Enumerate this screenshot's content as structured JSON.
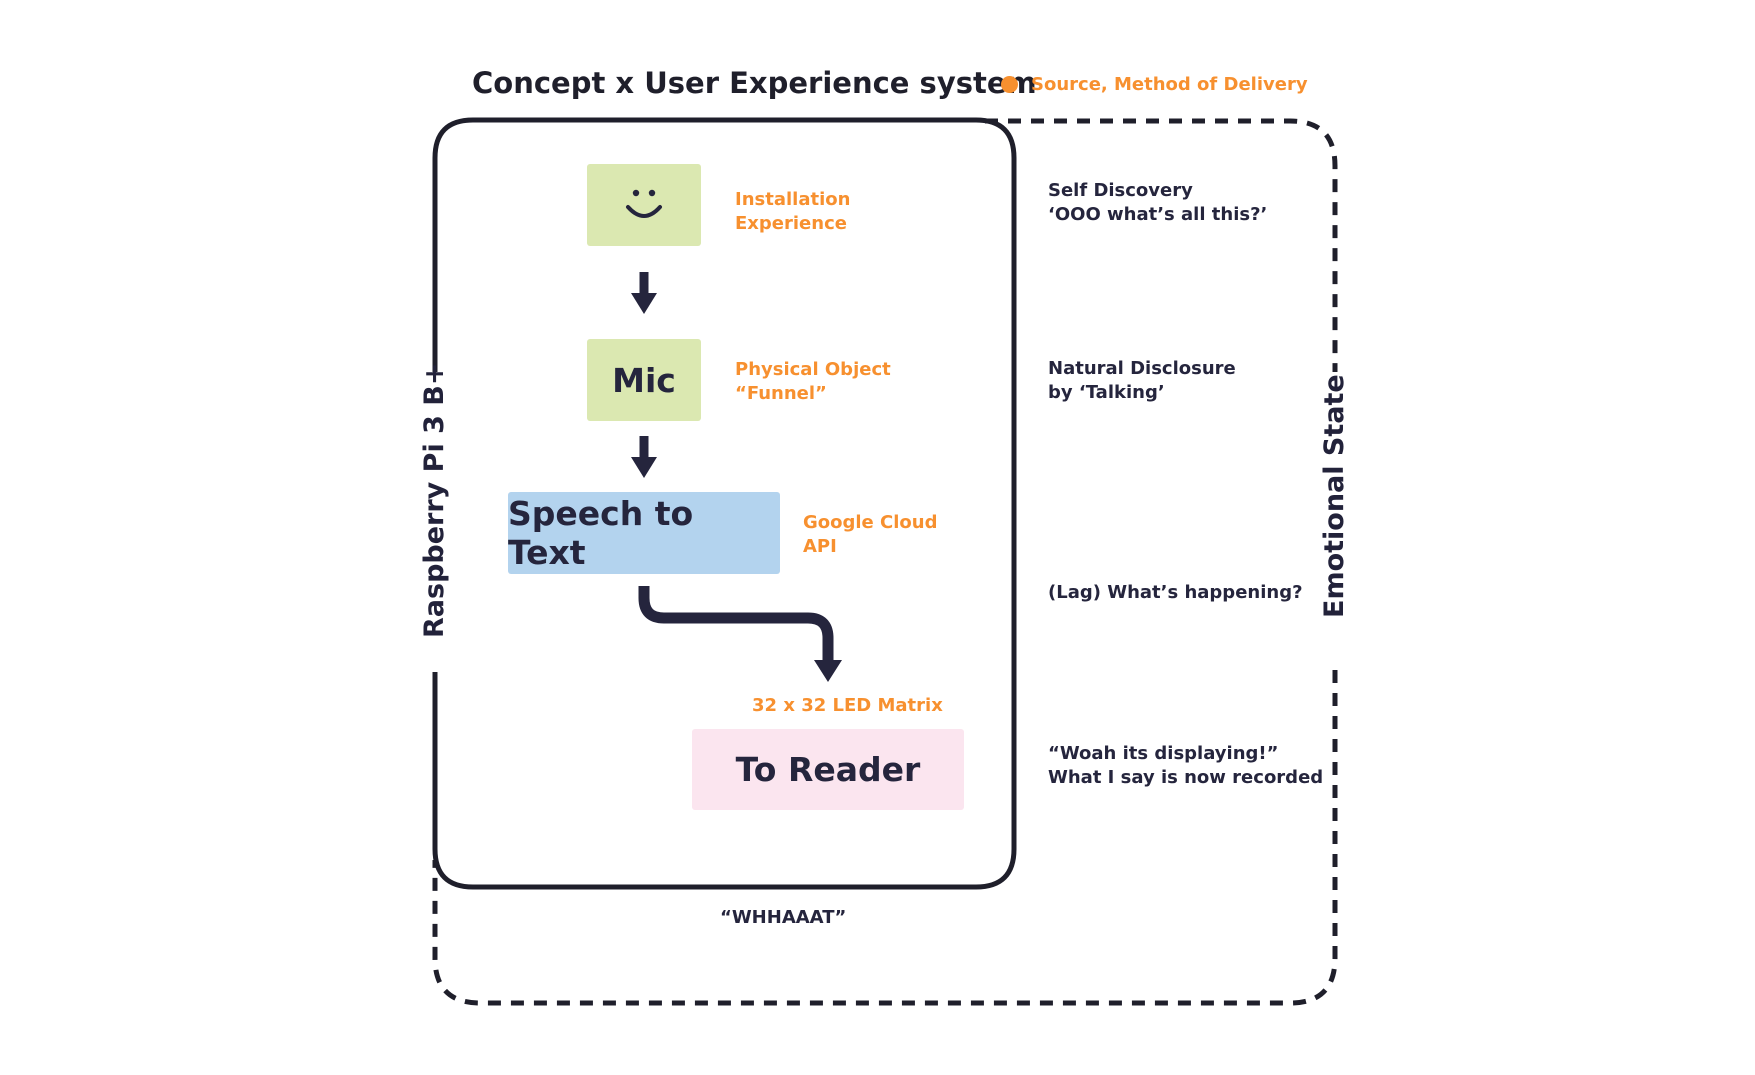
{
  "title": "Concept x User Experience system",
  "legend": {
    "label": "Source, Method of Delivery",
    "color": "#f7902f"
  },
  "side_labels": {
    "left": "Raspberry Pi 3 B+",
    "right": "Emotional State"
  },
  "nodes": [
    {
      "id": "installation",
      "icon": "smiley-face-icon",
      "color": "#dbe8b1",
      "label_lines": [
        "Installation",
        "Experience"
      ]
    },
    {
      "id": "mic",
      "text": "Mic",
      "color": "#dbe8b1",
      "label_lines": [
        "Physical Object",
        "“Funnel”"
      ]
    },
    {
      "id": "speech-to-text",
      "text": "Speech to Text",
      "color": "#b3d3ee",
      "label_lines": [
        "Google Cloud",
        "API"
      ]
    },
    {
      "id": "to-reader",
      "text": "To Reader",
      "color": "#fbe5ef",
      "label_lines": [
        "32 x 32 LED Matrix"
      ]
    }
  ],
  "emotional_states": [
    {
      "lines": [
        "Self Discovery",
        "‘OOO what’s all this?’"
      ]
    },
    {
      "lines": [
        "Natural Disclosure",
        "by ‘Talking’"
      ]
    },
    {
      "lines": [
        "(Lag) What’s happening?"
      ]
    },
    {
      "lines": [
        "“Woah its displaying!”",
        "What I say is now recorded"
      ]
    }
  ],
  "outcome": "“WHHAAAT”",
  "colors": {
    "accent": "#f7902f",
    "dark": "#25253d"
  }
}
